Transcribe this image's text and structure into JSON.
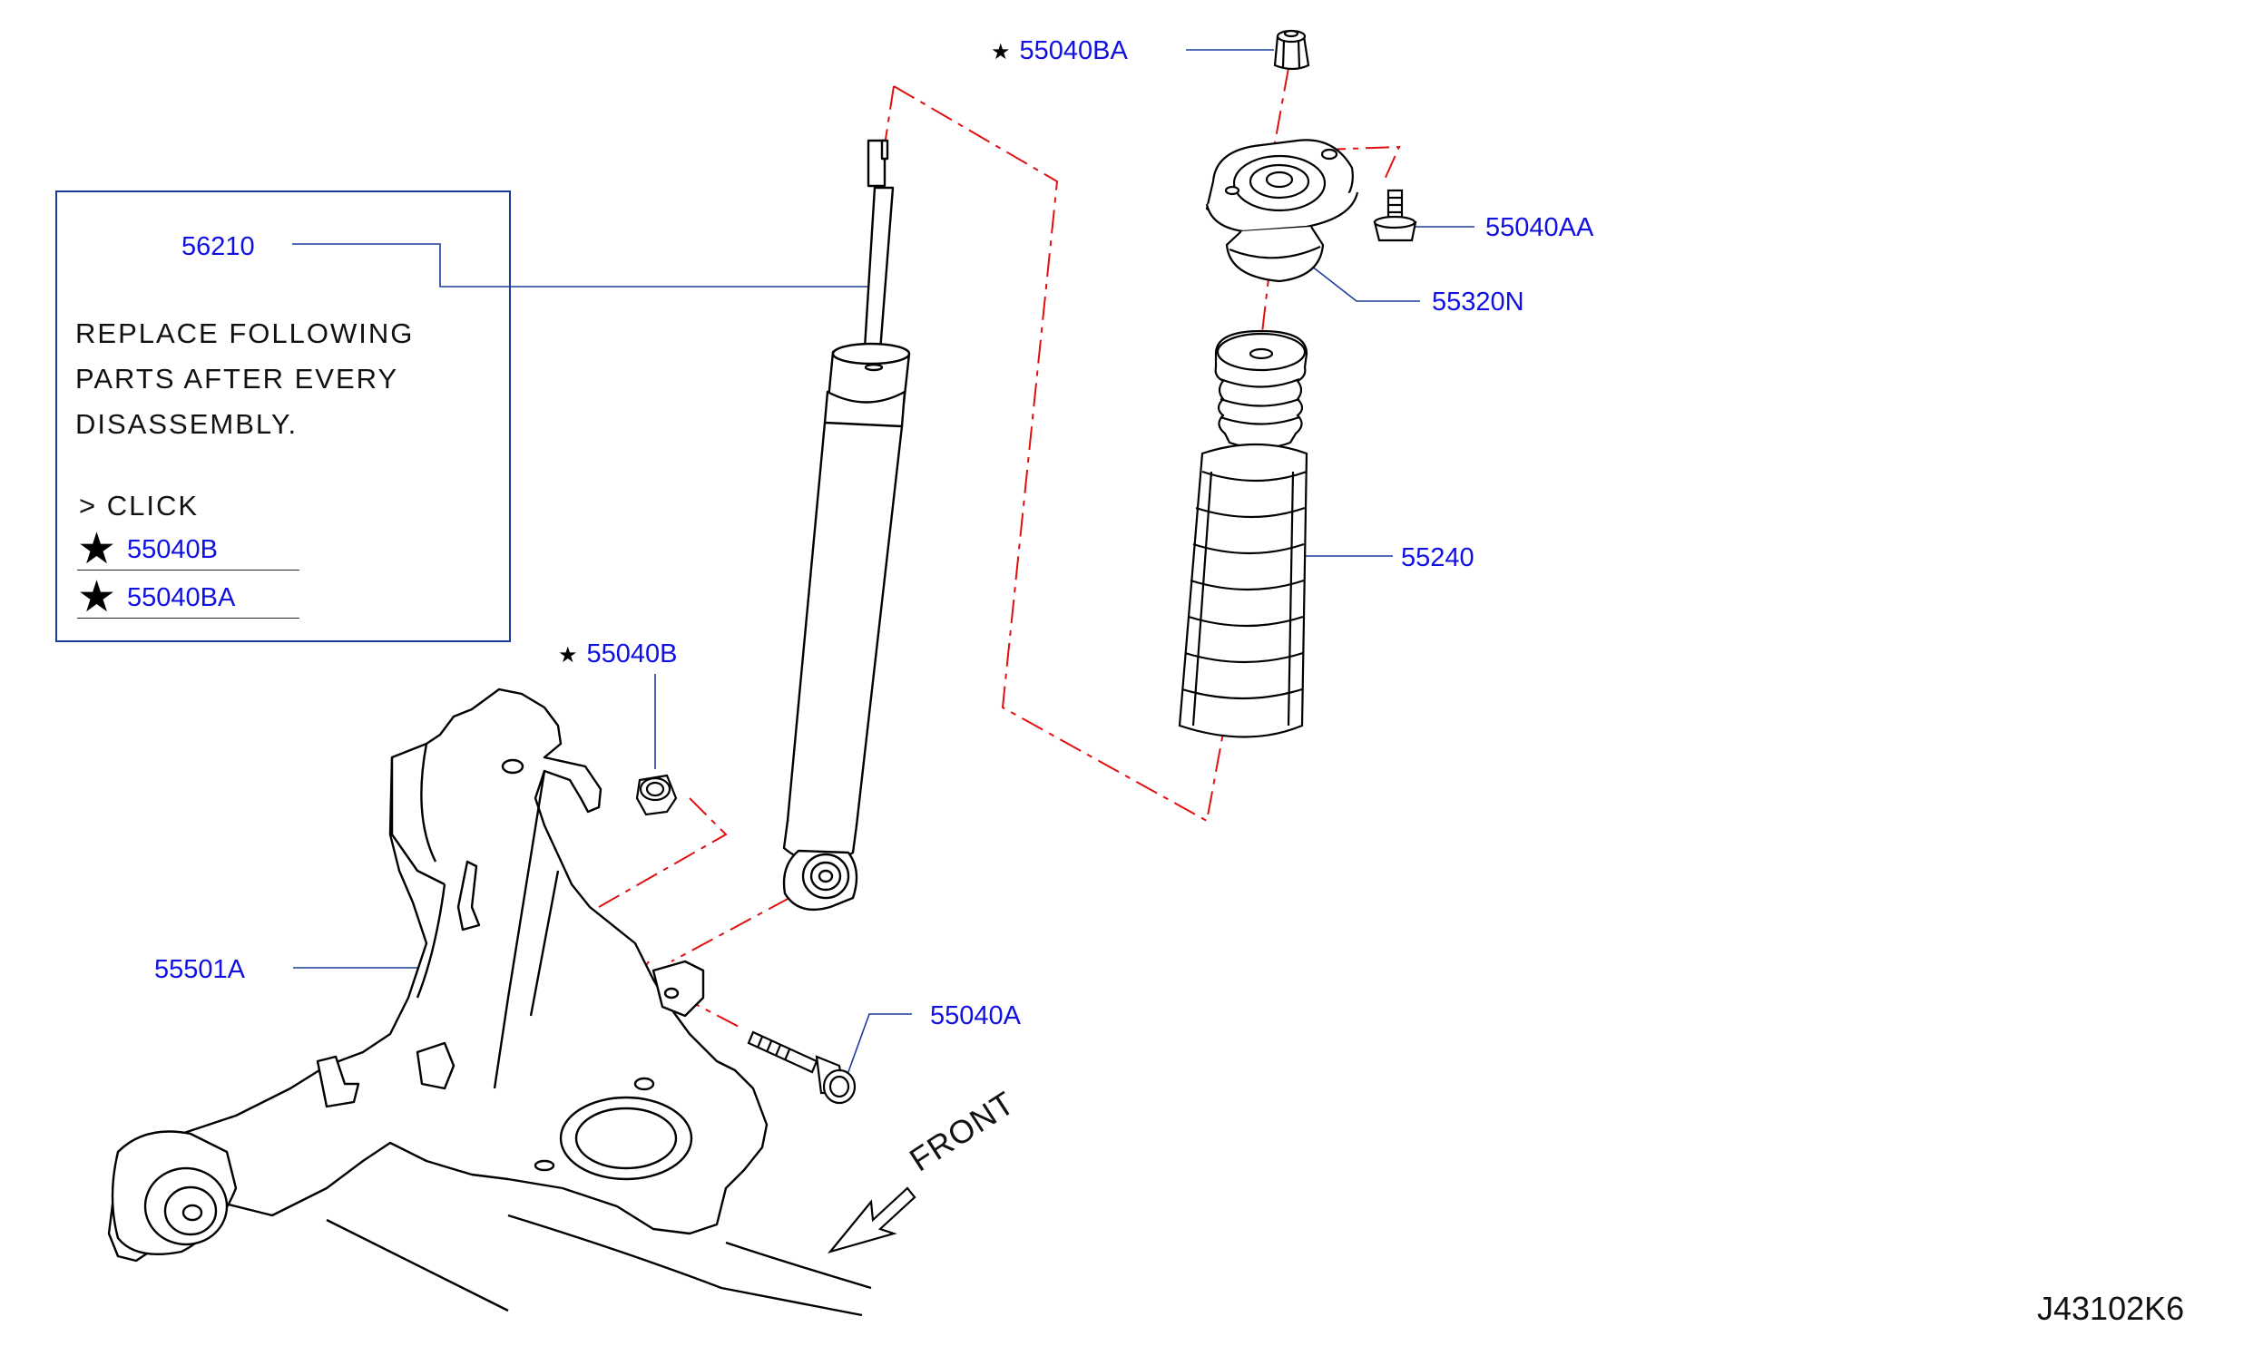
{
  "diagram_code": "J43102K6",
  "front_label": "FRONT",
  "note": {
    "part": "56210",
    "line1": "REPLACE  FOLLOWING",
    "line2": "PARTS  AFTER  EVERY",
    "line3": "DISASSEMBLY.",
    "click": ">  CLICK",
    "links": [
      "55040B",
      "55040BA"
    ]
  },
  "callouts": {
    "nut_top": "55040BA",
    "bolt_top": "55040AA",
    "mount": "55320N",
    "bound_bumper": "55240",
    "nut_lower": "55040B",
    "bolt_lower": "55040A",
    "member": "55501A"
  },
  "colors": {
    "part_link": "#1010e0",
    "leader": "#1b3d9a",
    "dash": "#e01010",
    "drawing": "#000000"
  }
}
